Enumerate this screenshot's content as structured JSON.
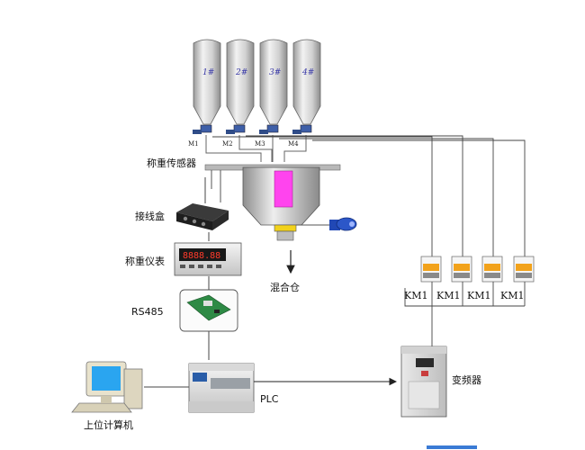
{
  "silos": [
    {
      "label": "1#",
      "motor": "M1"
    },
    {
      "label": "2#",
      "motor": "M2"
    },
    {
      "label": "3#",
      "motor": "M3"
    },
    {
      "label": "4#",
      "motor": "M4"
    }
  ],
  "labels": {
    "weigh_sensor": "称重传感器",
    "junction_box": "接线盒",
    "weigh_meter": "称重仪表",
    "rs485": "RS485",
    "mixing_bin": "混合仓",
    "host_pc": "上位计算机",
    "plc": "PLC",
    "inverter": "变频器"
  },
  "contactors": [
    "KM1",
    "KM1",
    "KM1",
    "KM1"
  ],
  "colors": {
    "line": "#3a3a3a",
    "hopper_fill": "#ff44ee",
    "silo_body": "#c9c9c9",
    "contactor_accent": "#f2a21b"
  }
}
